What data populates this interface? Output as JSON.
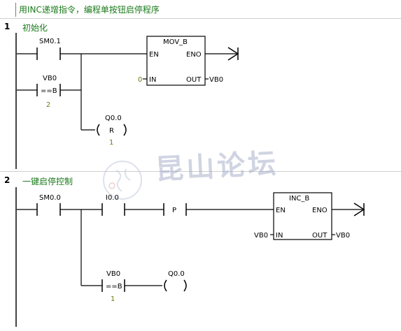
{
  "header": {
    "comment": "用INC递增指令，编程单按钮启停程序"
  },
  "networks": [
    {
      "number": "1",
      "title": "初始化",
      "contacts": {
        "c1": "SM0.1",
        "c2": "VB0",
        "c2_op": "==B",
        "c2_val": "2"
      },
      "coil": {
        "addr": "Q0.0",
        "type": "R",
        "count": "1"
      },
      "box": {
        "name": "MOV_B",
        "en": "EN",
        "eno": "ENO",
        "in_label": "IN",
        "out_label": "OUT",
        "in_val": "0",
        "out_val": "VB0"
      }
    },
    {
      "number": "2",
      "title": "一键启停控制",
      "contacts": {
        "c1": "SM0.0",
        "c2": "I0.0",
        "p": "P",
        "c3": "VB0",
        "c3_op": "==B",
        "c3_val": "1"
      },
      "coil": {
        "addr": "Q0.0"
      },
      "box": {
        "name": "INC_B",
        "en": "EN",
        "eno": "ENO",
        "in_label": "IN",
        "out_label": "OUT",
        "in_val": "VB0",
        "out_val": "VB0"
      }
    }
  ],
  "watermark": {
    "text": "昆山论坛"
  }
}
